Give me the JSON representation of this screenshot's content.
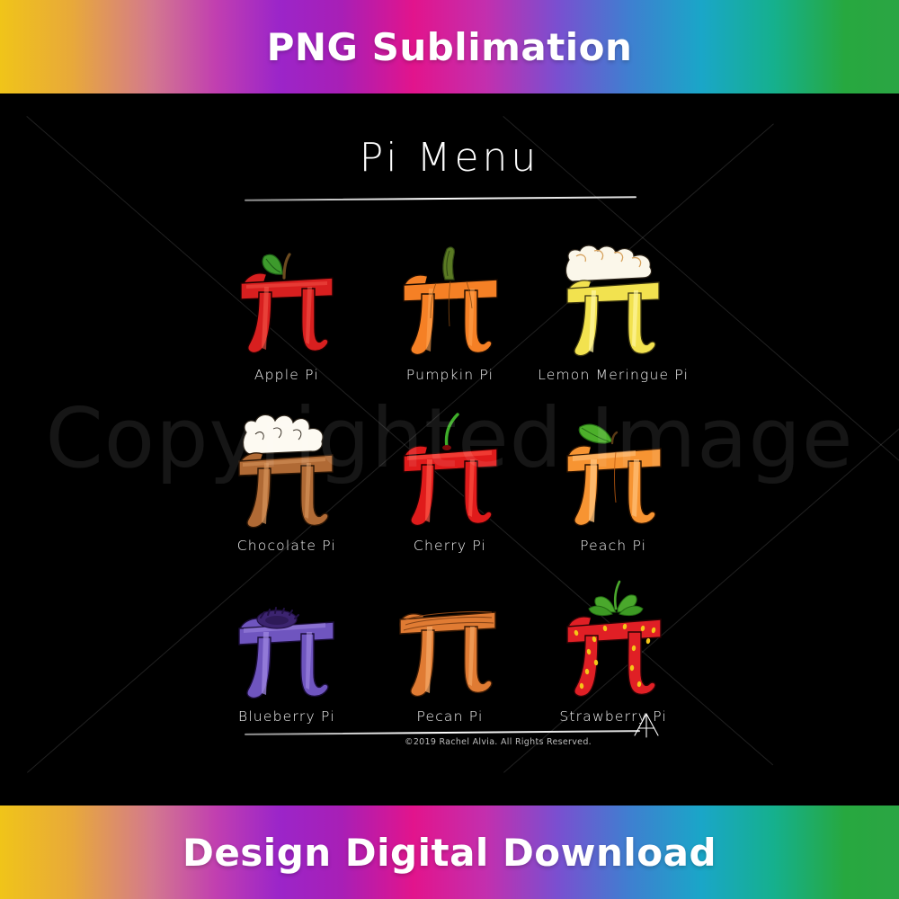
{
  "banner": {
    "top_text": "PNG Sublimation",
    "bottom_text": "Design Digital Download",
    "gradient_stops": [
      "#f0c419",
      "#c13fb0",
      "#9b25c9",
      "#e2148c",
      "#3f7fd0",
      "#1aa6c8",
      "#27a83f"
    ]
  },
  "artwork": {
    "background_color": "#000000",
    "title": "Pi Menu",
    "watermark": "Copyrighted Image",
    "copyright": "©2019 Rachel Alvia. All Rights Reserved.",
    "signature_name": "artist-signature-mark",
    "items": [
      {
        "label": "Apple Pi",
        "icon": "apple-pi-symbol",
        "body_color": "#d81f1f",
        "body_shade": "#9d0f12",
        "body_highlight": "#f4564a",
        "topper": "green-leaf-and-stem",
        "topper_color": "#3d9a2c",
        "stem_color": "#6b4a1f"
      },
      {
        "label": "Pumpkin Pi",
        "icon": "pumpkin-pi-symbol",
        "body_color": "#f58025",
        "body_shade": "#d4651a",
        "body_highlight": "#ffa452",
        "topper": "green-pumpkin-stem",
        "topper_color": "#5a7a23",
        "stem_color": "#4c6b1e"
      },
      {
        "label": "Lemon Meringue Pi",
        "icon": "lemon-meringue-pi-symbol",
        "body_color": "#f2e24f",
        "body_shade": "#d8c42f",
        "body_highlight": "#fff6a0",
        "topper": "white-meringue-peaks",
        "topper_color": "#fbf7ea",
        "stem_color": "#d6a25e"
      },
      {
        "label": "Chocolate Pi",
        "icon": "chocolate-pi-symbol",
        "body_color": "#b06a35",
        "body_shade": "#7d4520",
        "body_highlight": "#d7945b",
        "topper": "whipped-cream-swirl",
        "topper_color": "#fdfaf2",
        "stem_color": "#4a2a12"
      },
      {
        "label": "Cherry Pi",
        "icon": "cherry-pi-symbol",
        "body_color": "#e01b1b",
        "body_shade": "#9d0c12",
        "body_highlight": "#ff5a4a",
        "topper": "green-cherry-stem",
        "topper_color": "#3fae2a",
        "stem_color": "#2f8a1f"
      },
      {
        "label": "Peach Pi",
        "icon": "peach-pi-symbol",
        "body_color": "#f79432",
        "body_shade": "#e07418",
        "body_highlight": "#ffc27a",
        "topper": "green-peach-leaf",
        "topper_color": "#4caf2a",
        "stem_color": "#5b3a16"
      },
      {
        "label": "Blueberry Pi",
        "icon": "blueberry-pi-symbol",
        "body_color": "#6f55bf",
        "body_shade": "#4b3691",
        "body_highlight": "#9e87e0",
        "topper": "blueberry-crown",
        "topper_color": "#3c2470",
        "stem_color": "#2a1852"
      },
      {
        "label": "Pecan Pi",
        "icon": "pecan-pi-symbol",
        "body_color": "#e07b33",
        "body_shade": "#b05a1e",
        "body_highlight": "#f5a766",
        "topper": "pecan-halves-row",
        "topper_color": "#d9792f",
        "stem_color": "#8a4516"
      },
      {
        "label": "Strawberry Pi",
        "icon": "strawberry-pi-symbol",
        "body_color": "#e01f25",
        "body_shade": "#a5121a",
        "body_highlight": "#ff5a52",
        "topper": "green-strawberry-calyx",
        "topper_color": "#4aa82c",
        "stem_color": "#f2c400",
        "seed_color": "#f5c518"
      }
    ]
  }
}
